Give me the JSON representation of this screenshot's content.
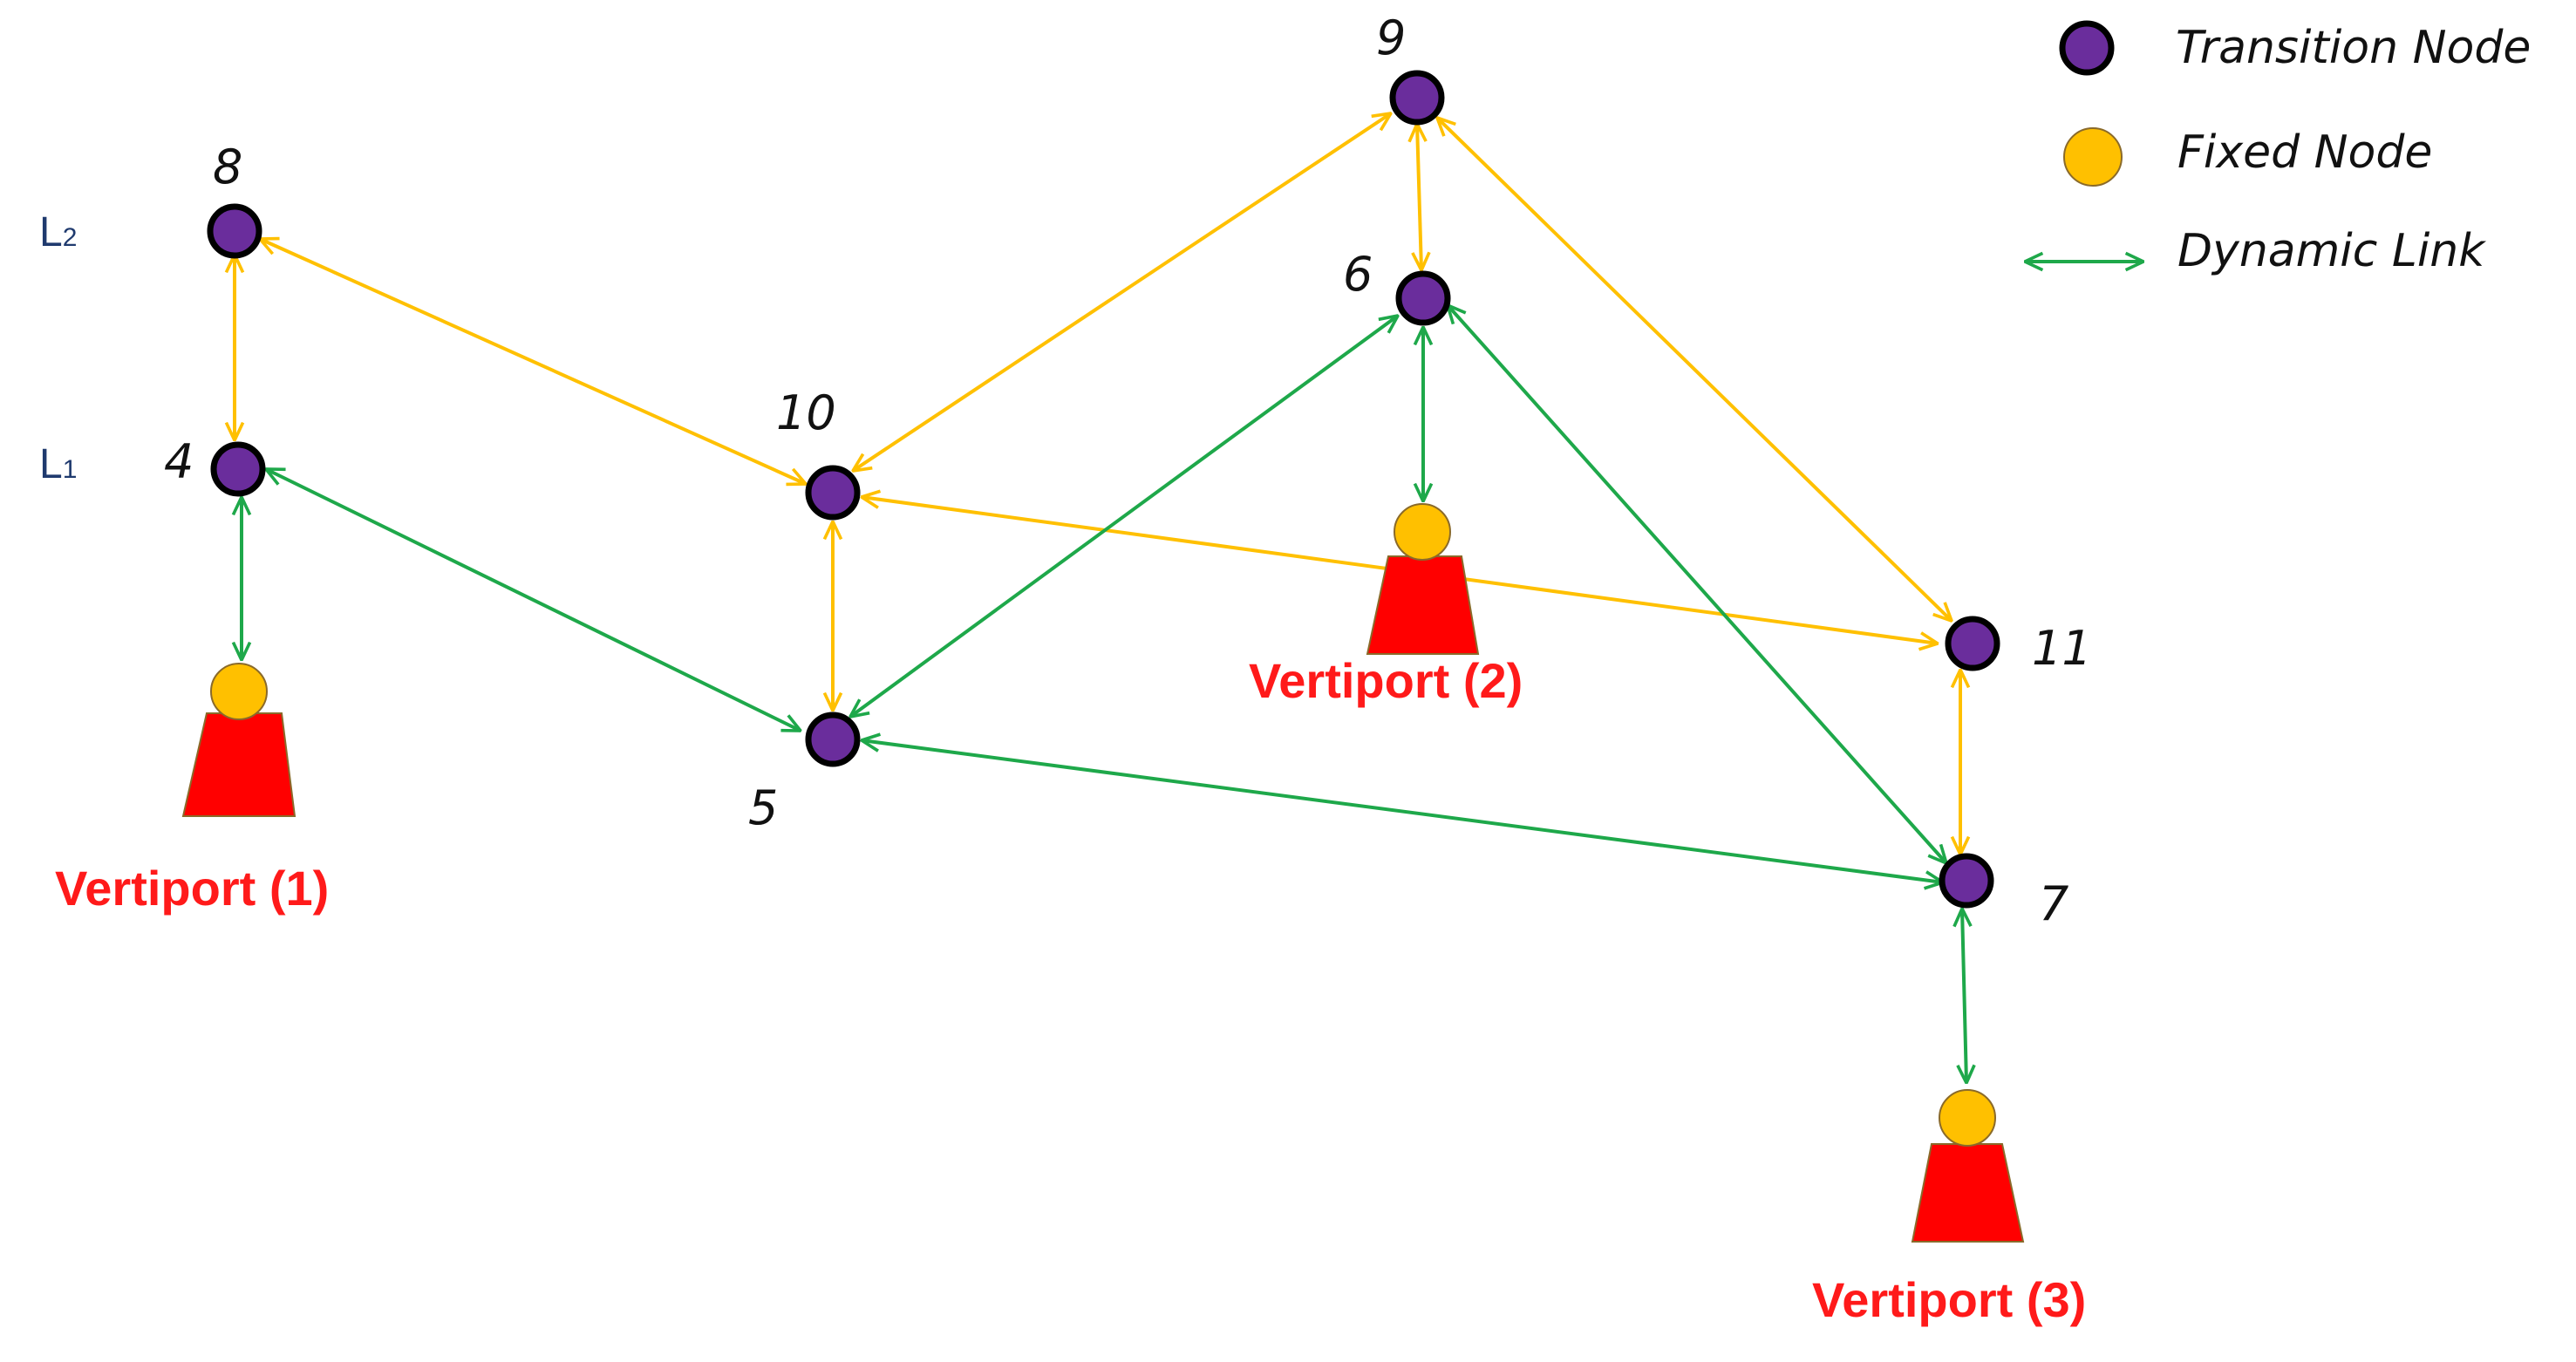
{
  "legend": {
    "transition_node": "Transition Node",
    "fixed_node": "Fixed Node",
    "dynamic_link": "Dynamic Link"
  },
  "levels": {
    "l2": {
      "main": "L",
      "sub": "2"
    },
    "l1": {
      "main": "L",
      "sub": "1"
    }
  },
  "nodes": {
    "n4": "4",
    "n5": "5",
    "n6": "6",
    "n7": "7",
    "n8": "8",
    "n9": "9",
    "n10": "10",
    "n11": "11"
  },
  "vertiports": {
    "v1": "Vertiport (1)",
    "v2": "Vertiport (2)",
    "v3": "Vertiport (3)"
  },
  "links": {
    "fixed": [
      [
        "8",
        "4"
      ],
      [
        "8",
        "10"
      ],
      [
        "10",
        "9"
      ],
      [
        "9",
        "6"
      ],
      [
        "9",
        "11"
      ],
      [
        "10",
        "5"
      ],
      [
        "10",
        "11"
      ],
      [
        "11",
        "7"
      ]
    ],
    "dynamic": [
      [
        "4",
        "VP1"
      ],
      [
        "4",
        "5"
      ],
      [
        "5",
        "6"
      ],
      [
        "5",
        "7"
      ],
      [
        "6",
        "VP2"
      ],
      [
        "6",
        "7"
      ],
      [
        "7",
        "VP3"
      ]
    ]
  },
  "colors": {
    "transition_node": "#6a2d9c",
    "fixed_node": "#ffc000",
    "vertiport_body": "#ff0000",
    "fixed_link": "#ffc000",
    "dynamic_link": "#1ea84a",
    "vertiport_text": "#ff1a1a"
  }
}
